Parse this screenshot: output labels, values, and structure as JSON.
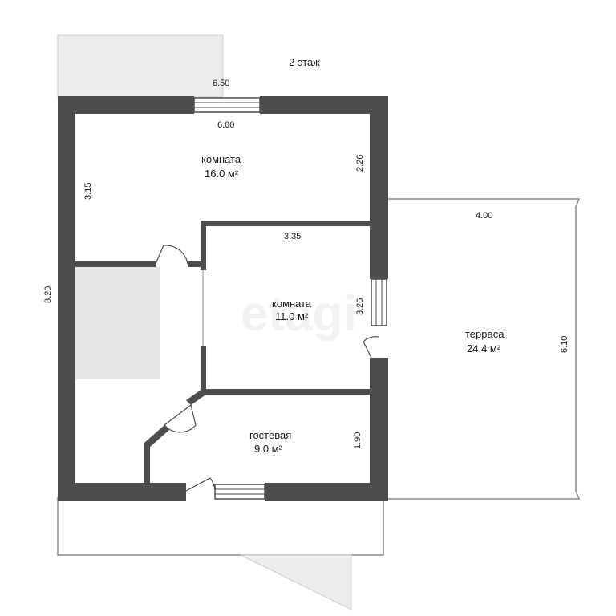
{
  "plan": {
    "floor_title": "2 этаж",
    "watermark": "etagi",
    "rooms": [
      {
        "name": "комната",
        "area": "16.0 м²"
      },
      {
        "name": "комната",
        "area": "11.0 м²"
      },
      {
        "name": "гостевая",
        "area": "9.0 м²"
      },
      {
        "name": "терраса",
        "area": "24.4 м²"
      }
    ],
    "dimensions": {
      "outer_top": "6.50",
      "room1_width": "6.00",
      "room1_right": "2.26",
      "room1_left": "3.15",
      "overall_height": "8.20",
      "room2_width": "3.35",
      "room2_height": "3.26",
      "guest_height": "1.90",
      "terrace_width": "4.00",
      "terrace_height": "6.10"
    },
    "colors": {
      "wall": "#4d4d4d",
      "balcony_fill": "#ececec",
      "stair_fill": "#e6e6e6",
      "outline": "#8c8c8c"
    }
  }
}
